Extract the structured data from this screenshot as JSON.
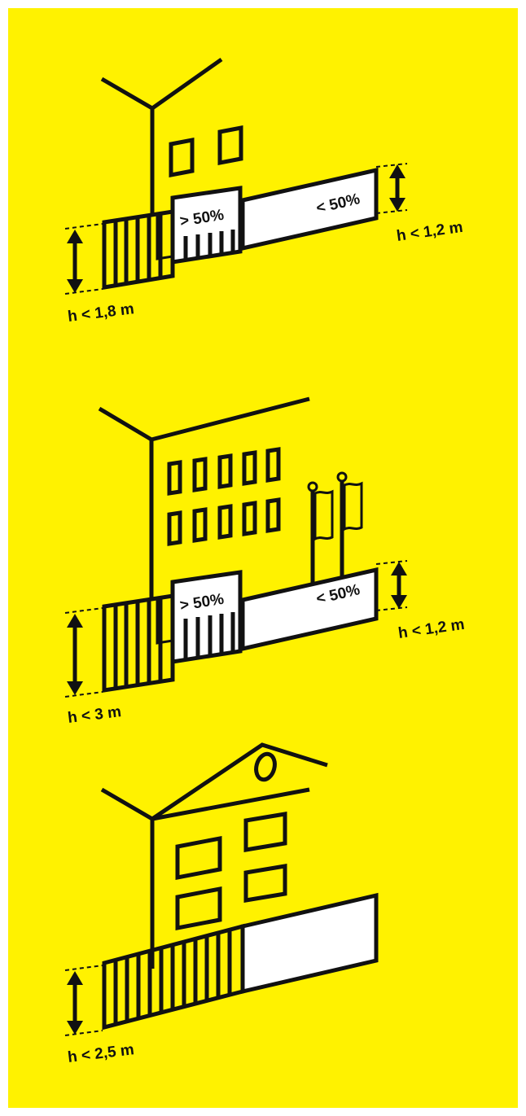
{
  "colors": {
    "background": "#FFF200",
    "ink": "#111111",
    "panel": "#FFFFFF"
  },
  "panels": [
    {
      "fence_height_label": "h < 1,8 m",
      "open_share_label": "> 50%",
      "closed_share_label": "< 50%",
      "upper_height_label": "h < 1,2 m"
    },
    {
      "fence_height_label": "h < 3 m",
      "open_share_label": "> 50%",
      "closed_share_label": "< 50%",
      "upper_height_label": "h < 1,2 m"
    },
    {
      "fence_height_label": "h < 2,5 m"
    }
  ]
}
